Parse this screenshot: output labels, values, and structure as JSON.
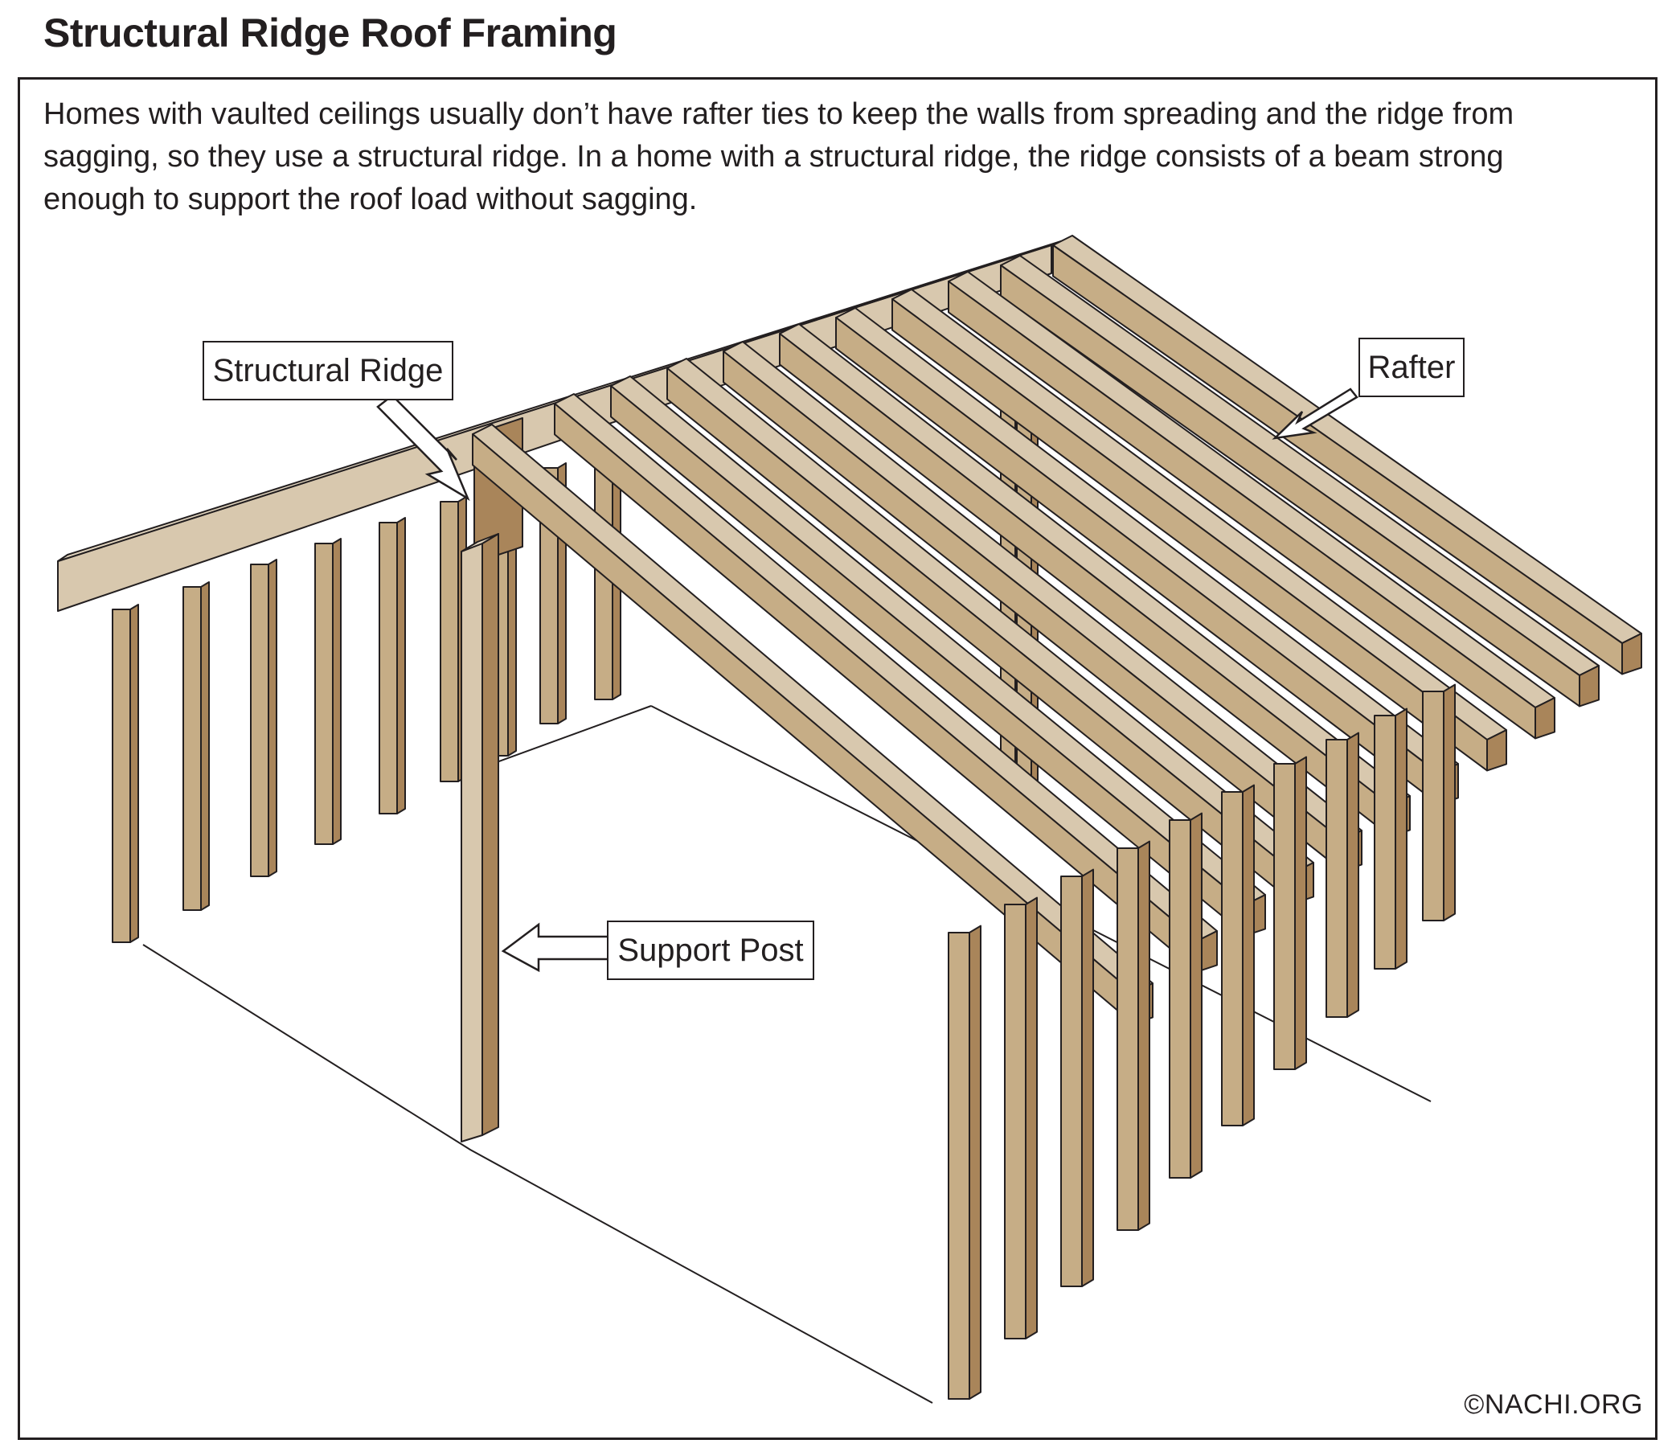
{
  "title": "Structural Ridge Roof Framing",
  "description": "Homes with vaulted ceilings usually don’t have rafter ties to keep the walls from spreading and the ridge from\nsagging, so they use a structural ridge. In a home with a structural ridge, the ridge consists of a beam strong\nenough to support the roof load without sagging.",
  "labels": {
    "structural_ridge": "Structural Ridge",
    "rafter": "Rafter",
    "support_post": "Support Post"
  },
  "copyright": "©NACHI.ORG",
  "colors": {
    "wood_light": "#d8c8ae",
    "wood_mid": "#c6ad86",
    "wood_dark": "#a9855a",
    "outline": "#231f20"
  }
}
